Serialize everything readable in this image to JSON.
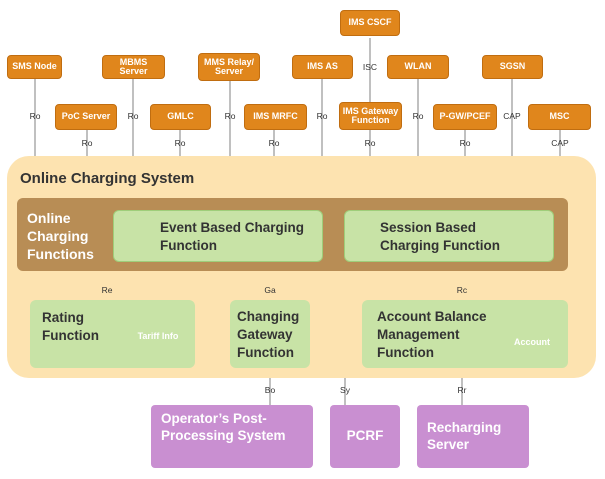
{
  "external_nodes": {
    "ims_cscf": "IMS CSCF",
    "sms_node": "SMS Node",
    "mbms_server": "MBMS Server",
    "mms_relay": "MMS Relay/ Server",
    "ims_as": "IMS AS",
    "wlan": "WLAN",
    "sgsn": "SGSN",
    "poc_server": "PoC Server",
    "gmlc": "GMLC",
    "ims_mrfc": "IMS MRFC",
    "ims_gateway": "IMS Gateway Function",
    "pgw_pcef": "P-GW/PCEF",
    "msc": "MSC"
  },
  "interfaces": {
    "isc": "ISC",
    "ro_sms": "Ro",
    "ro_mbms": "Ro",
    "ro_mms": "Ro",
    "ro_imsas": "Ro",
    "ro_wlan": "Ro",
    "cap_sgsn": "CAP",
    "ro_poc": "Ro",
    "ro_gmlc": "Ro",
    "ro_mrfc": "Ro",
    "ro_gateway": "Ro",
    "ro_pgw": "Ro",
    "cap_msc": "CAP",
    "re": "Re",
    "ga": "Ga",
    "rc": "Rc",
    "bo": "Bo",
    "sy": "Sy",
    "rr": "Rr"
  },
  "ocs": {
    "title": "Online Charging System",
    "functions_label": "Online Charging Functions",
    "event_based": "Event Based Charging Function",
    "session_based": "Session Based Charging Function",
    "rating": "Rating Function",
    "tariff_info": "Tariff Info",
    "gateway": "Changing Gateway Function",
    "account_balance": "Account Balance Management Function",
    "account": "Account"
  },
  "bottom": {
    "post_processing": "Operator’s Post-Processing System",
    "pcrf": "PCRF",
    "recharging": "Recharging Server"
  },
  "colors": {
    "orange": "#e0861c",
    "ocs_bg": "#fde3b0",
    "ocf_bg": "#b88d55",
    "green": "#c8e3a6",
    "purple": "#c98fd1",
    "db": "#8c8c8c"
  }
}
